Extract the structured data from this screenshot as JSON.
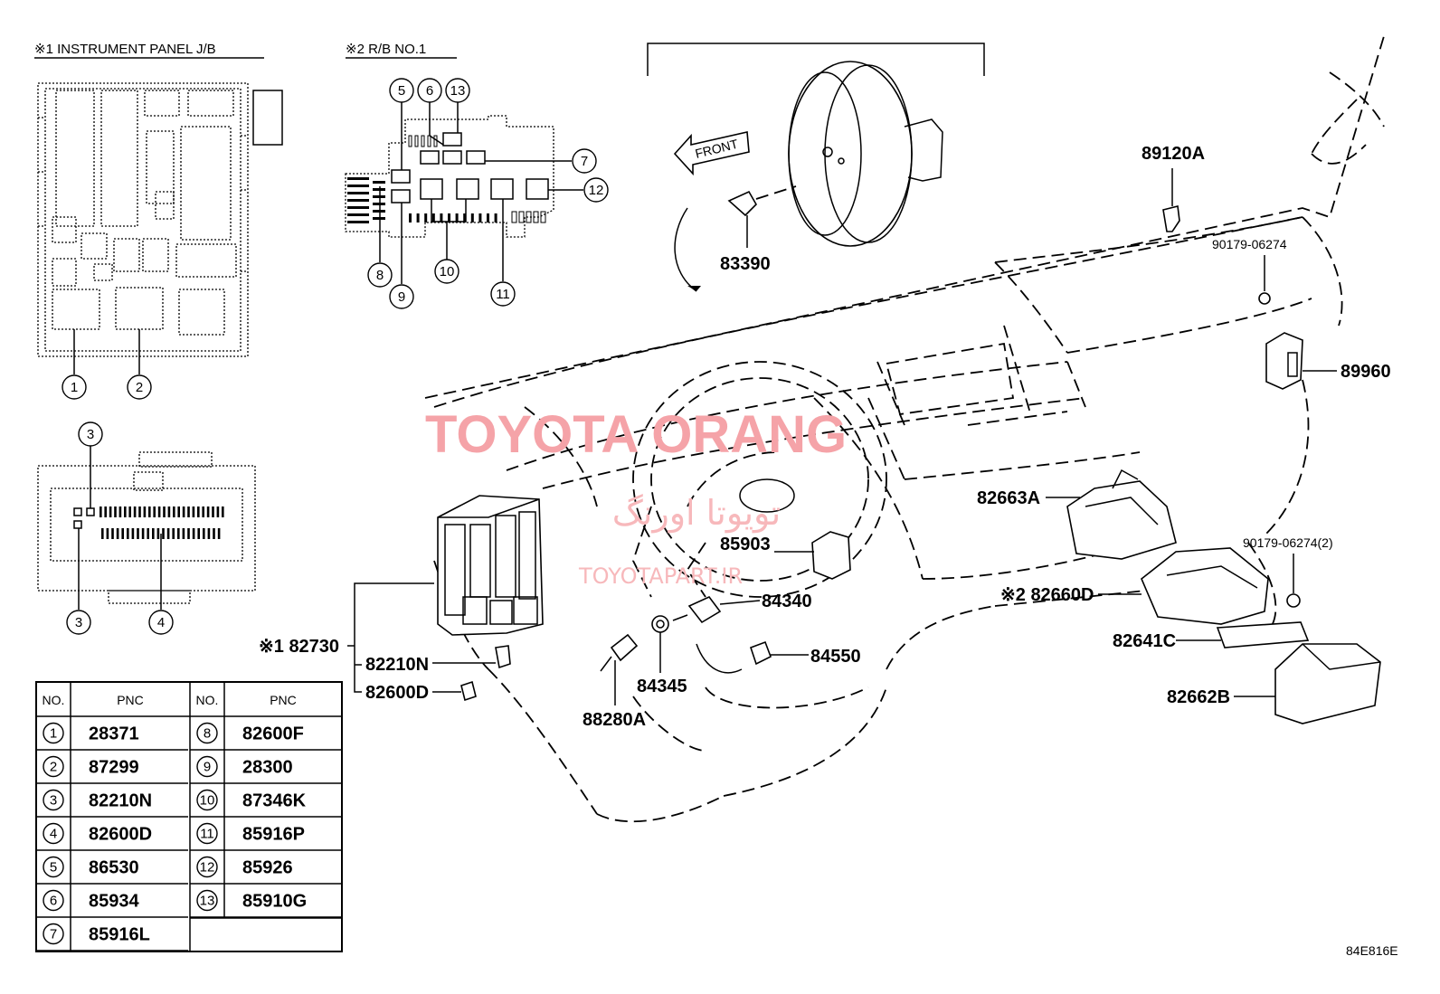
{
  "titles": {
    "jb": "※1 INSTRUMENT PANEL J/B",
    "rb": "※2  R/B NO.1"
  },
  "front_label": "FRONT",
  "watermark": {
    "main": "TOYOTA ORANG",
    "persian": "تویوتا اورنگ",
    "site": "TOYOTAPART.IR"
  },
  "callouts": {
    "c1": "1",
    "c2": "2",
    "c3a": "3",
    "c3b": "3",
    "c4": "4",
    "c5": "5",
    "c6": "6",
    "c7": "7",
    "c8": "8",
    "c9": "9",
    "c10": "10",
    "c11": "11",
    "c12": "12",
    "c13": "13"
  },
  "labels": {
    "p83390": "83390",
    "p89120A": "89120A",
    "p90179a": "90179-06274",
    "p89960": "89960",
    "p82663A": "82663A",
    "p90179b": "90179-06274(2)",
    "p82660D": "※2 82660D",
    "p82641C": "82641C",
    "p82662B": "82662B",
    "p85903": "85903",
    "p84340": "84340",
    "p84550": "84550",
    "p84345": "84345",
    "p88280A": "88280A",
    "p82730": "※1 82730",
    "p82210N": "82210N",
    "p82600D": "82600D"
  },
  "table": {
    "headers": [
      "NO.",
      "PNC",
      "NO.",
      "PNC"
    ],
    "left": [
      {
        "no": "1",
        "pnc": "28371"
      },
      {
        "no": "2",
        "pnc": "87299"
      },
      {
        "no": "3",
        "pnc": "82210N"
      },
      {
        "no": "4",
        "pnc": "82600D"
      },
      {
        "no": "5",
        "pnc": "86530"
      },
      {
        "no": "6",
        "pnc": "85934"
      },
      {
        "no": "7",
        "pnc": "85916L"
      }
    ],
    "right": [
      {
        "no": "8",
        "pnc": "82600F"
      },
      {
        "no": "9",
        "pnc": "28300"
      },
      {
        "no": "10",
        "pnc": "87346K"
      },
      {
        "no": "11",
        "pnc": "85916P"
      },
      {
        "no": "12",
        "pnc": "85926"
      },
      {
        "no": "13",
        "pnc": "85910G"
      }
    ]
  },
  "figure_code": "84E816E",
  "colors": {
    "watermark": "#f5a3a8"
  }
}
